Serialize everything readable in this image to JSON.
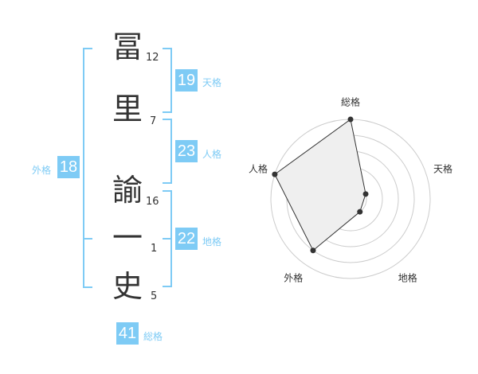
{
  "characters": [
    {
      "char": "冨",
      "strokes": "12"
    },
    {
      "char": "里",
      "strokes": "7"
    },
    {
      "char": "諭",
      "strokes": "16"
    },
    {
      "char": "一",
      "strokes": "1"
    },
    {
      "char": "史",
      "strokes": "5"
    }
  ],
  "kaku": {
    "tenkaku": {
      "value": "19",
      "label": "天格"
    },
    "jinkaku": {
      "value": "23",
      "label": "人格"
    },
    "chikaku": {
      "value": "22",
      "label": "地格"
    },
    "gaikaku": {
      "value": "18",
      "label": "外格"
    },
    "soukaku": {
      "value": "41",
      "label": "総格"
    }
  },
  "chart_data": {
    "type": "radar",
    "axes": [
      "総格",
      "天格",
      "地格",
      "外格",
      "人格"
    ],
    "values": [
      5,
      1,
      1,
      4,
      5
    ],
    "range": [
      0,
      5
    ],
    "rings": 5,
    "colors": {
      "fill": "#efefef",
      "line": "#333333",
      "grid": "#cccccc"
    }
  }
}
